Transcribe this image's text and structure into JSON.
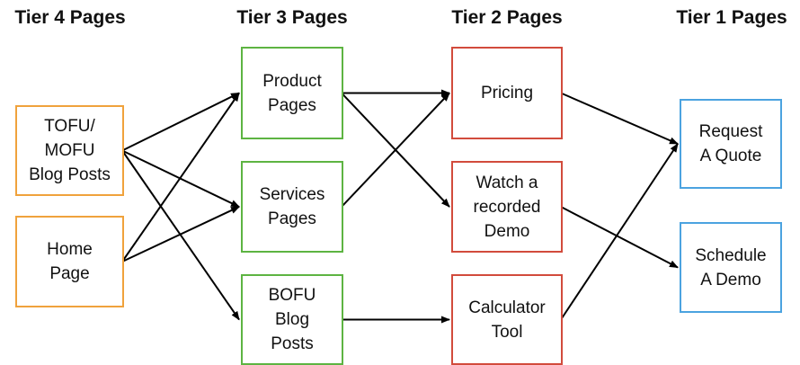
{
  "headings": {
    "tier4": "Tier 4 Pages",
    "tier3": "Tier 3 Pages",
    "tier2": "Tier 2 Pages",
    "tier1": "Tier 1 Pages"
  },
  "colors": {
    "tier4": "#F0A23C",
    "tier3": "#5DB442",
    "tier2": "#D24B3C",
    "tier1": "#4BA3E0",
    "edge": "#000000"
  },
  "nodes": {
    "tofu_mofu": "TOFU/\nMOFU\nBlog Posts",
    "home": "Home\nPage",
    "product": "Product\nPages",
    "services": "Services\nPages",
    "bofu": "BOFU\nBlog\nPosts",
    "pricing": "Pricing",
    "watch_demo": "Watch a\nrecorded\nDemo",
    "calculator": "Calculator\nTool",
    "request_quote": "Request\nA Quote",
    "schedule_demo": "Schedule\nA Demo"
  },
  "edges": [
    {
      "from": "tofu_mofu",
      "to": "product"
    },
    {
      "from": "tofu_mofu",
      "to": "services"
    },
    {
      "from": "tofu_mofu",
      "to": "bofu"
    },
    {
      "from": "home",
      "to": "product"
    },
    {
      "from": "home",
      "to": "services"
    },
    {
      "from": "product",
      "to": "pricing"
    },
    {
      "from": "product",
      "to": "watch_demo"
    },
    {
      "from": "services",
      "to": "pricing"
    },
    {
      "from": "bofu",
      "to": "calculator"
    },
    {
      "from": "pricing",
      "to": "request_quote"
    },
    {
      "from": "watch_demo",
      "to": "schedule_demo"
    },
    {
      "from": "calculator",
      "to": "request_quote"
    }
  ]
}
